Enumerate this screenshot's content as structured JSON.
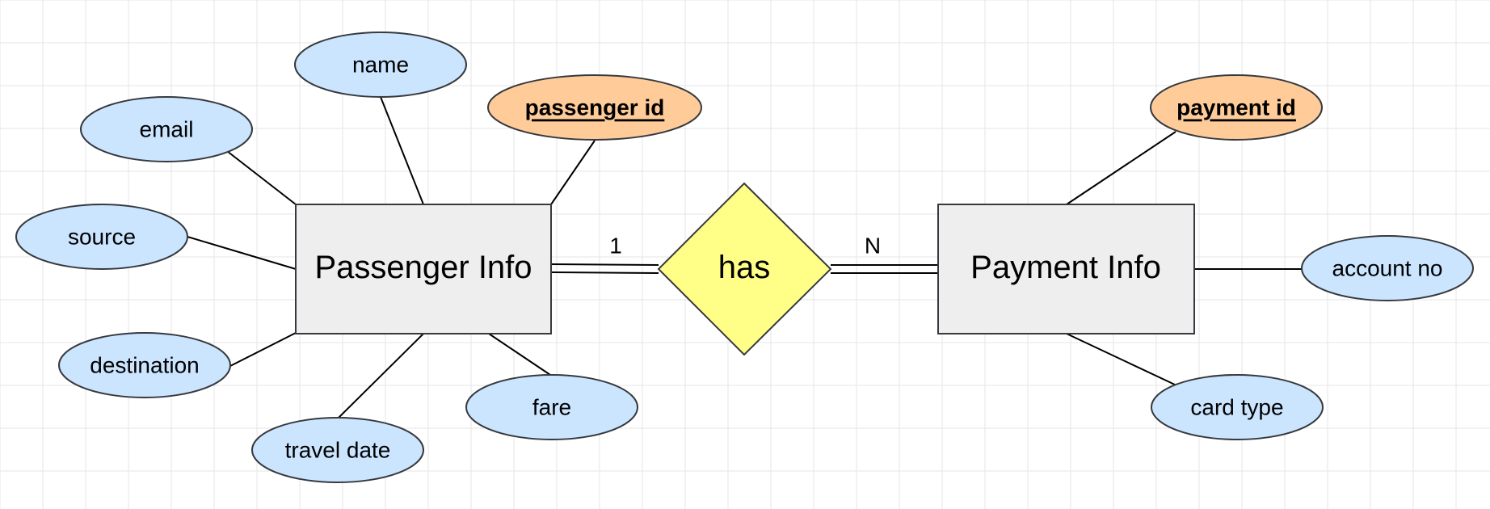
{
  "colors": {
    "attribute_fill": "#cce5ff",
    "key_attribute_fill": "#ffcc99",
    "entity_fill": "#eeeeee",
    "relationship_fill": "#ffff88",
    "stroke": "#36393d",
    "grid": "#e6e6e6"
  },
  "diagram": {
    "entities": {
      "passenger": "Passenger Info",
      "payment": "Payment Info"
    },
    "relationship": {
      "label": "has",
      "cardinality_left": "1",
      "cardinality_right": "N"
    },
    "attributes": {
      "name": "name",
      "email": "email",
      "source": "source",
      "destination": "destination",
      "travel_date": "travel date",
      "fare": "fare",
      "account_no": "account no",
      "card_type": "card type"
    },
    "key_attributes": {
      "passenger_id": "passenger id",
      "payment_id": "payment id"
    }
  }
}
